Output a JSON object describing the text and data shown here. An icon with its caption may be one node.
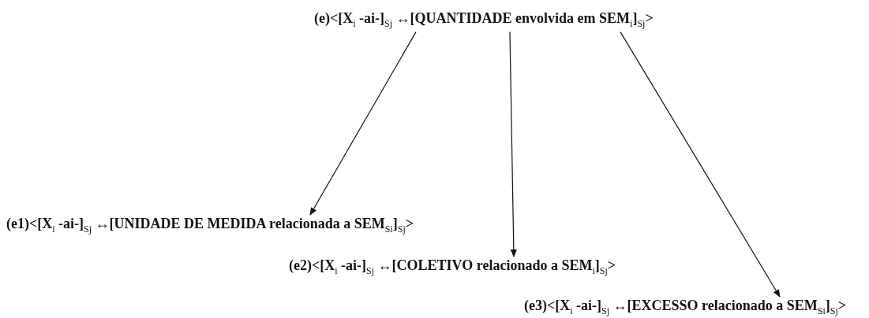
{
  "diagram": {
    "nodes": [
      {
        "text": [
          "(e)<[X$_{i}$ -ai-]$_{Sj}$ ↔[QUANTIDADE envolvida em SEM$_{i}$]$_{Sj}$>"
        ]
      },
      {
        "text": [
          "(e1)<[X$_{i}$ -ai-]$_{Sj}$ ↔[UNIDADE DE MEDIDA relacionada a SEM$_{Si}$]$_{Sj}$>"
        ]
      },
      {
        "text": [
          "(e2)<[X$_{i}$ -ai-]$_{Sj}$ ↔[COLETIVO relacionado a SEM$_{i}$]$_{Sj}$>"
        ]
      },
      {
        "text": [
          "(e3)<[X$_{i}$ -ai-]$_{Sj}$ ↔[EXCESSO relacionado a SEM$_{Si}$]$_{Sj}$>"
        ]
      }
    ],
    "edges": [
      {
        "from": 0,
        "to": 1,
        "arrow": "to"
      },
      {
        "from": 0,
        "to": 2,
        "arrow": "to"
      },
      {
        "from": 0,
        "to": 3,
        "arrow": "to"
      }
    ]
  }
}
